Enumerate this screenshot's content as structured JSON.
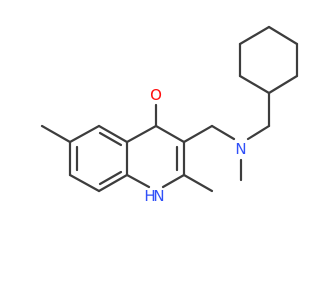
{
  "molecule": {
    "atoms": {
      "o_label": {
        "symbol": "O",
        "color": "#ff0d0d"
      },
      "n_amine_label": {
        "symbol": "N",
        "color": "#3050f8"
      },
      "nh_label": {
        "symbol": "H",
        "color": "#3050f8"
      },
      "nh_n_label": {
        "symbol": "N",
        "color": "#3050f8"
      }
    },
    "bond_color": "#3d3d3d"
  }
}
